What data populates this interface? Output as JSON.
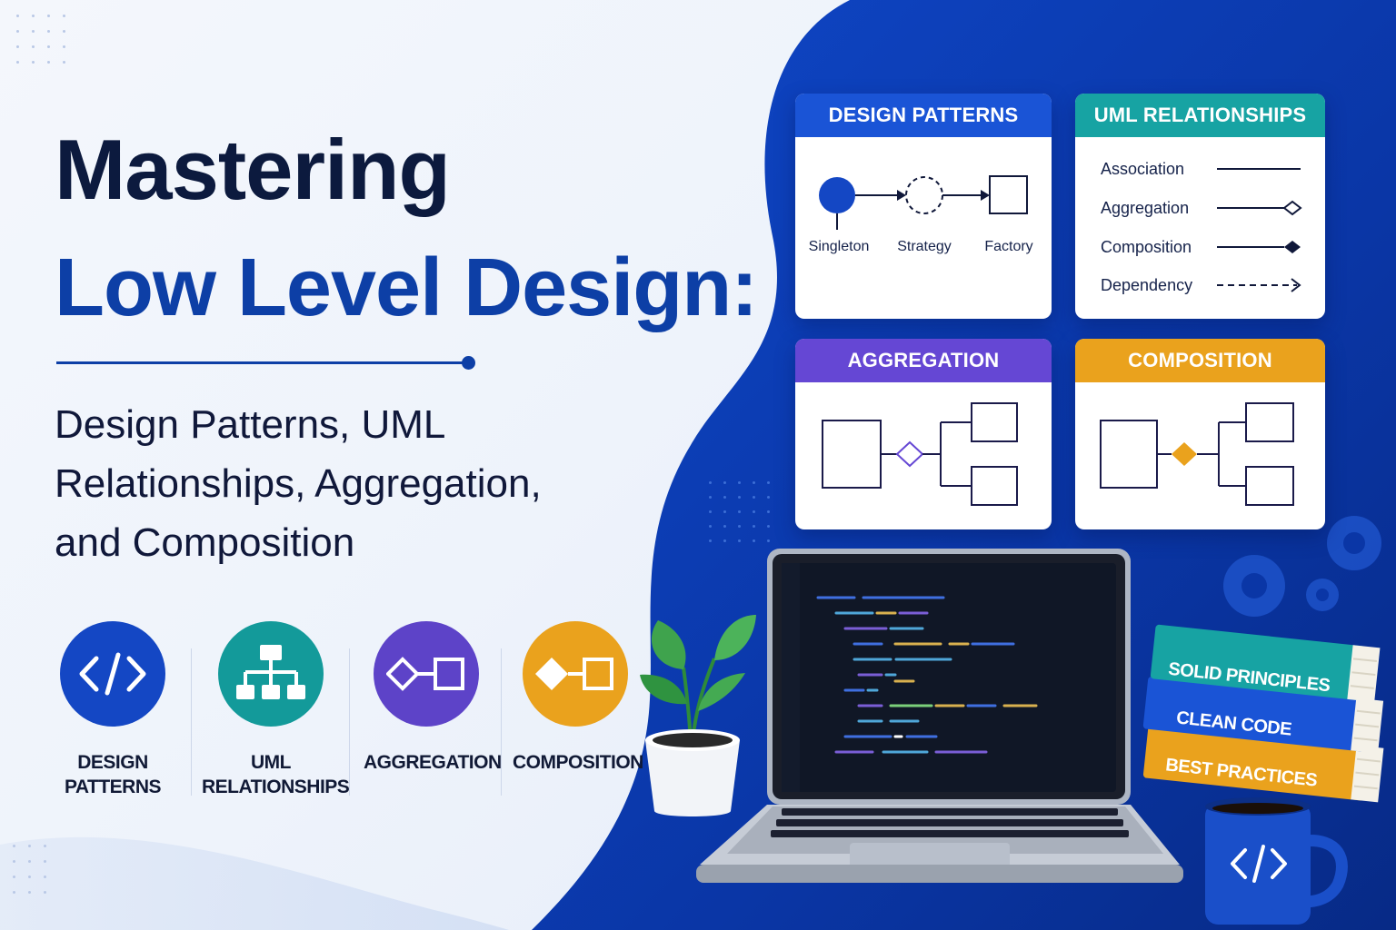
{
  "title": {
    "line1": "Mastering",
    "line2": "Low Level Design:"
  },
  "subtitle": {
    "line1": "Design Patterns, UML",
    "line2": "Relationships, Aggregation,",
    "line3": "and Composition"
  },
  "icon_row": [
    {
      "label_line1": "DESIGN",
      "label_line2": "PATTERNS",
      "icon": "code-brackets-icon",
      "color": "#1447c4"
    },
    {
      "label_line1": "UML",
      "label_line2": "RELATIONSHIPS",
      "icon": "hierarchy-icon",
      "color": "#139a9a"
    },
    {
      "label_line1": "AGGREGATION",
      "label_line2": "",
      "icon": "hollow-diamond-box-icon",
      "color": "#5d43c8"
    },
    {
      "label_line1": "COMPOSITION",
      "label_line2": "",
      "icon": "filled-diamond-box-icon",
      "color": "#eaa21d"
    }
  ],
  "cards": {
    "design_patterns": {
      "title": "DESIGN PATTERNS",
      "color": "#1a54d6",
      "nodes": [
        "Singleton",
        "Strategy",
        "Factory"
      ]
    },
    "uml_relationships": {
      "title": "UML RELATIONSHIPS",
      "color": "#17a3a3",
      "rows": [
        "Association",
        "Aggregation",
        "Composition",
        "Dependency"
      ]
    },
    "aggregation": {
      "title": "AGGREGATION",
      "color": "#6547d4"
    },
    "composition": {
      "title": "COMPOSITION",
      "color": "#eaa21d"
    }
  },
  "books": {
    "top": "SOLID PRINCIPLES",
    "middle": "CLEAN CODE",
    "bottom": "BEST PRACTICES"
  },
  "mug": {
    "icon": "code-brackets-icon"
  },
  "colors": {
    "navy": "#0c1a3e",
    "brand_blue": "#0d3fa6",
    "panel_blue": "#0b3bb0"
  }
}
